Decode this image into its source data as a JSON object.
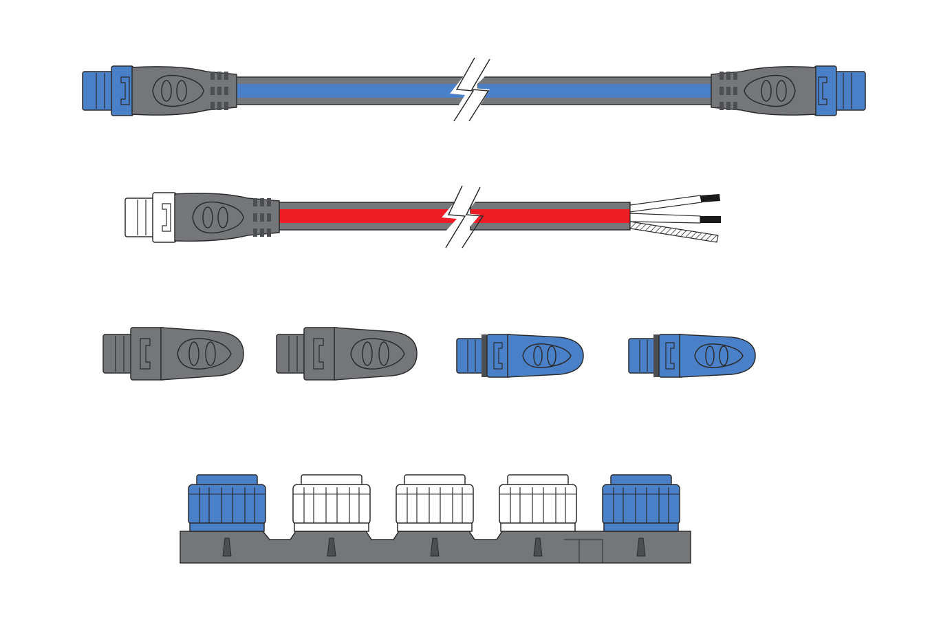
{
  "colors": {
    "background": "#ffffff",
    "blue": "#4a80c8",
    "blue_dark": "#2f5f9e",
    "gray": "#75767a",
    "gray_dark": "#4d4e52",
    "red": "#ee1c25",
    "white": "#ffffff",
    "outline": "#2b2b2b",
    "wire_black": "#1a1a1a"
  },
  "items": [
    {
      "name": "backbone-cable",
      "type": "cable",
      "color": "blue",
      "ends": [
        "blue-connector",
        "blue-connector"
      ]
    },
    {
      "name": "power-cable",
      "type": "cable",
      "color": "red",
      "ends": [
        "white-connector",
        "bare-wires"
      ],
      "wires": [
        "white",
        "white",
        "shield"
      ]
    },
    {
      "name": "terminator-gray-1",
      "type": "terminator",
      "color": "gray"
    },
    {
      "name": "terminator-gray-2",
      "type": "terminator",
      "color": "gray"
    },
    {
      "name": "terminator-blue-1",
      "type": "terminator",
      "color": "blue"
    },
    {
      "name": "terminator-blue-2",
      "type": "terminator",
      "color": "blue"
    },
    {
      "name": "five-way-connector",
      "type": "connector-block",
      "caps": [
        "blue",
        "white",
        "white",
        "white",
        "blue"
      ]
    }
  ]
}
